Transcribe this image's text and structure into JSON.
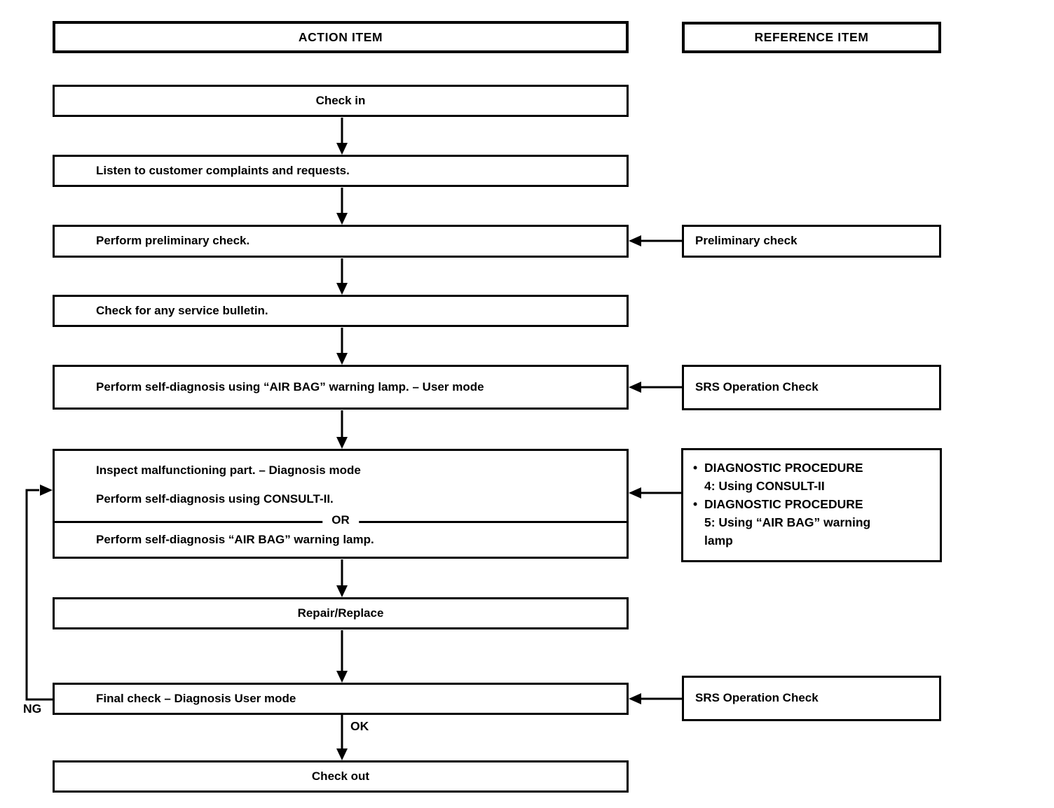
{
  "colors": {
    "line": "#000000",
    "background": "#ffffff",
    "text": "#000000"
  },
  "headers": {
    "action": "ACTION ITEM",
    "reference": "REFERENCE ITEM"
  },
  "flow": {
    "check_in": "Check in",
    "listen": "Listen to customer complaints and requests.",
    "preliminary": "Perform preliminary check.",
    "bulletin": "Check for any service bulletin.",
    "self_diagnosis_user": "Perform self-diagnosis using “AIR BAG” warning lamp. – User mode",
    "inspect": {
      "line1": "Inspect malfunctioning part. – Diagnosis mode",
      "line2": "Perform self-diagnosis using CONSULT-II.",
      "or": "OR",
      "line3": "Perform self-diagnosis “AIR BAG” warning lamp."
    },
    "repair": "Repair/Replace",
    "final_check": "Final check – Diagnosis User mode",
    "check_out": "Check out"
  },
  "references": {
    "preliminary": "Preliminary check",
    "srs_operation_check_1": "SRS Operation Check",
    "diagnostic_procedures": [
      {
        "bullet": "•",
        "title": "DIAGNOSTIC PROCEDURE",
        "subtitle": "4: Using CONSULT-II"
      },
      {
        "bullet": "•",
        "title": "DIAGNOSTIC PROCEDURE",
        "subtitle": "5: Using “AIR BAG” warning lamp"
      }
    ],
    "srs_operation_check_2": "SRS Operation Check"
  },
  "labels": {
    "ng": "NG",
    "ok": "OK"
  }
}
